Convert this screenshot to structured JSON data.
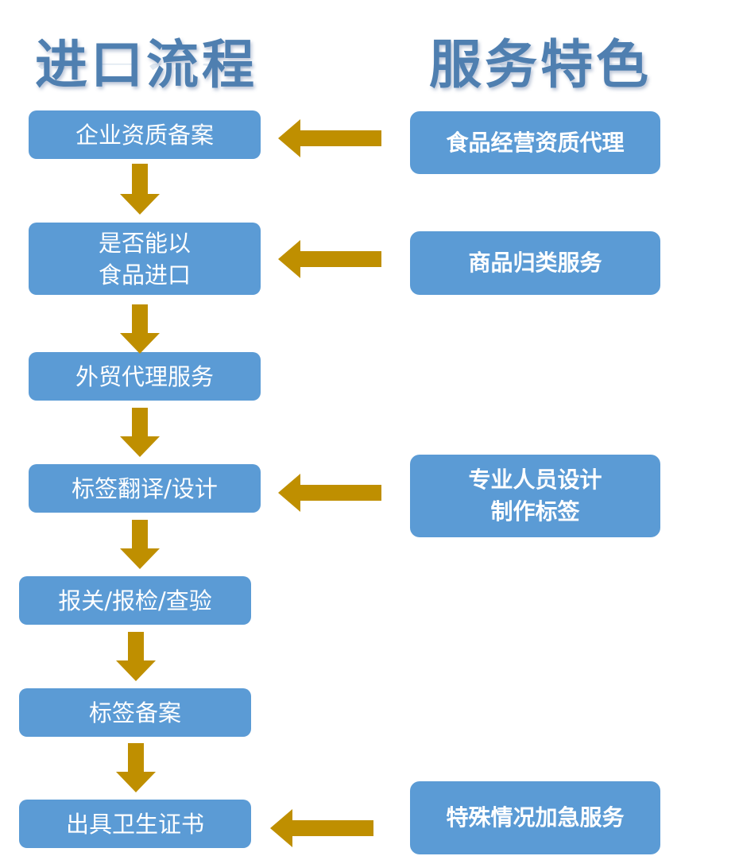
{
  "headings": {
    "process": "进口流程",
    "features": "服务特色"
  },
  "process_steps": [
    {
      "label": "企业资质备案"
    },
    {
      "label": "是否能以\n食品进口"
    },
    {
      "label": "外贸代理服务"
    },
    {
      "label": "标签翻译/设计"
    },
    {
      "label": "报关/报检/查验"
    },
    {
      "label": "标签备案"
    },
    {
      "label": "出具卫生证书"
    }
  ],
  "features": [
    {
      "label": "食品经营资质代理",
      "connects_to_step": 0
    },
    {
      "label": "商品归类服务",
      "connects_to_step": 1
    },
    {
      "label": "专业人员设计\n制作标签",
      "connects_to_step": 3
    },
    {
      "label": "特殊情况加急服务",
      "connects_to_step": 6
    }
  ],
  "colors": {
    "box": "#5b9bd5",
    "arrow": "#bf8f00",
    "heading": "#4f7fb0"
  }
}
